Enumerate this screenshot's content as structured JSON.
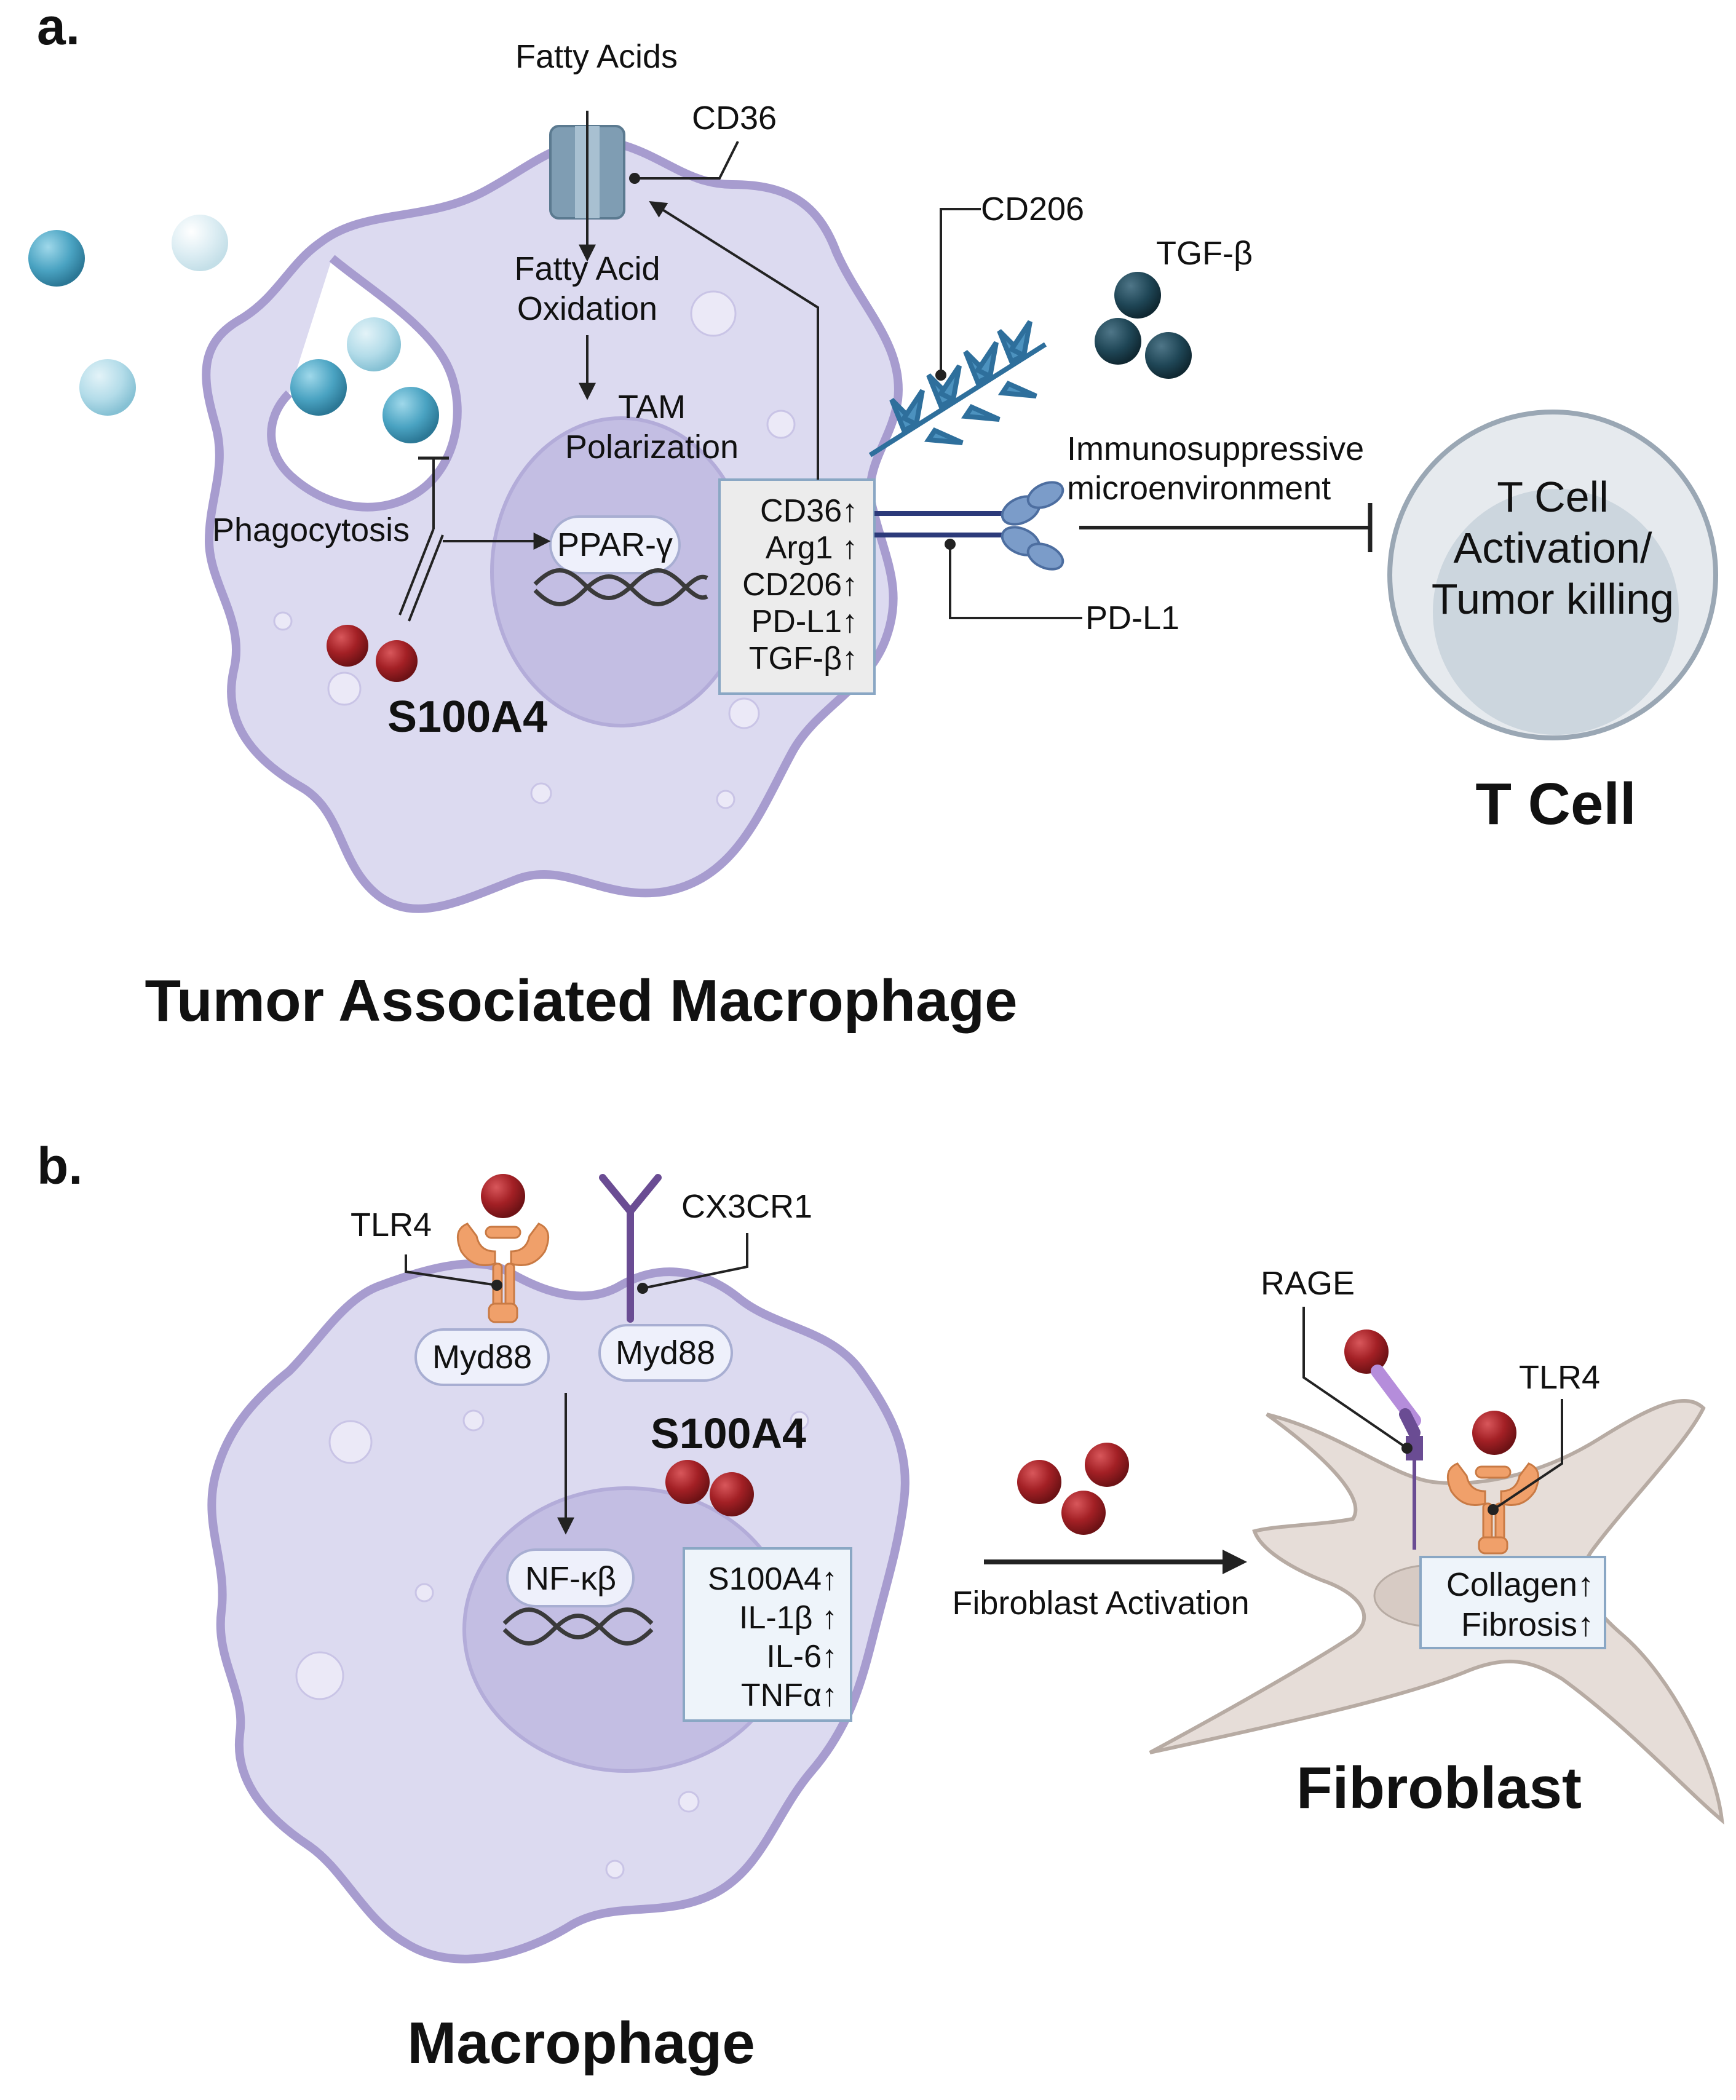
{
  "panel_a": {
    "panel_label": "a.",
    "fatty_acids": "Fatty Acids",
    "cd36": "CD36",
    "fatty_acid_oxidation_1": "Fatty Acid",
    "fatty_acid_oxidation_2": "Oxidation",
    "tam_polarization_1": "TAM",
    "tam_polarization_2": "Polarization",
    "phagocytosis": "Phagocytosis",
    "ppar": "PPAR-γ",
    "s100a4": "S100A4",
    "upregulated": [
      "CD36↑",
      "Arg1 ↑",
      "CD206↑",
      "PD-L1↑",
      "TGF-β↑"
    ],
    "cd206": "CD206",
    "tgf_beta": "TGF-β",
    "immunosuppressive_1": "Immunosuppressive",
    "immunosuppressive_2": "microenvironment",
    "pd_l1": "PD-L1",
    "t_cell_inner": [
      "T Cell",
      "Activation/",
      "Tumor killing"
    ],
    "t_cell_title": "T Cell",
    "macrophage_title": "Tumor Associated Macrophage"
  },
  "panel_b": {
    "panel_label": "b.",
    "tlr4": "TLR4",
    "cx3cr1": "CX3CR1",
    "myd88_1": "Myd88",
    "myd88_2": "Myd88",
    "s100a4": "S100A4",
    "nf_kb": "NF-κβ",
    "upregulated": [
      "S100A4↑",
      "IL-1β ↑",
      "IL-6↑",
      "TNFα↑"
    ],
    "fibroblast_activation": "Fibroblast Activation",
    "rage": "RAGE",
    "tlr4_fibroblast": "TLR4",
    "fibroblast_box": [
      "Collagen↑",
      "Fibrosis↑"
    ],
    "fibroblast_title": "Fibroblast",
    "macrophage_title": "Macrophage"
  },
  "colors": {
    "cell_fill": "#dcdaf0",
    "cell_stroke": "#a79ccf",
    "nucleus": "#c3bee3",
    "s100a4_ball": "#a32025",
    "tgf_ball": "#1f4656",
    "receptor_blue": "#2e6f9c",
    "orange_receptor": "#f0a06a",
    "cx3cr1_purple": "#6a4c93",
    "fibroblast_fill": "#e6ddd8",
    "t_cell_fill": "#e6eaee"
  }
}
